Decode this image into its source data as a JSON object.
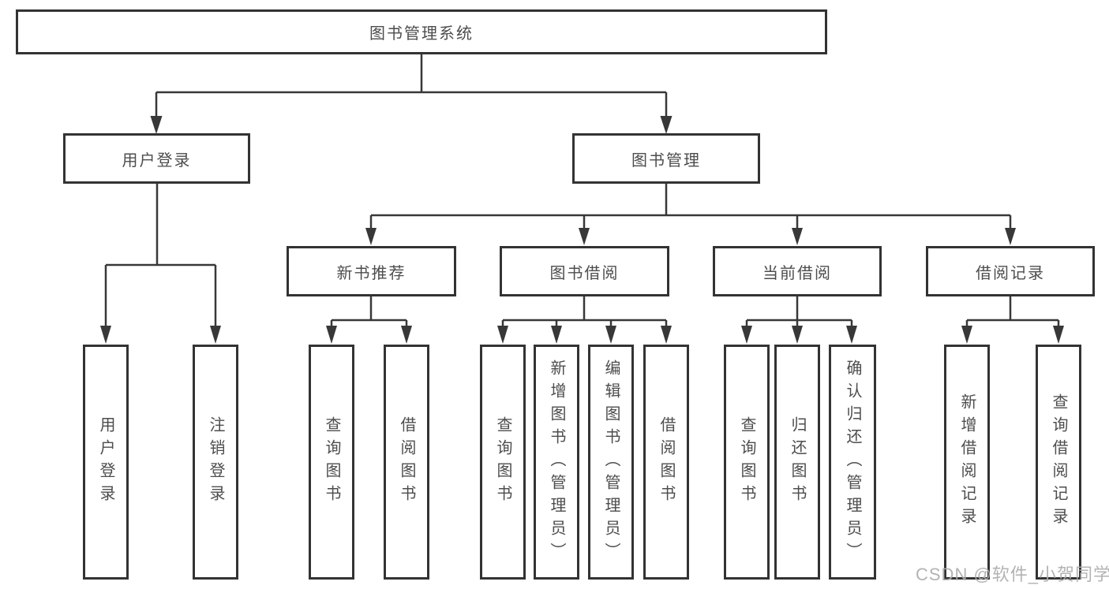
{
  "diagram": {
    "title_box": "图书管理系统",
    "branches": {
      "user_login": {
        "label": "用户登录",
        "children": [
          "用户登录",
          "注销登录"
        ]
      },
      "book_management": {
        "label": "图书管理",
        "sections": [
          {
            "label": "新书推荐",
            "children": [
              "查询图书",
              "借阅图书"
            ]
          },
          {
            "label": "图书借阅",
            "children": [
              "查询图书",
              "新增图书（管理员）",
              "编辑图书（管理员）",
              "借阅图书"
            ]
          },
          {
            "label": "当前借阅",
            "children": [
              "查询图书",
              "归还图书",
              "确认归还（管理员）"
            ]
          },
          {
            "label": "借阅记录",
            "children": [
              "新增借阅记录",
              "查询借阅记录"
            ]
          }
        ]
      }
    },
    "watermark": "CSDN @软件_小贺同学",
    "line_color": "#383838"
  }
}
